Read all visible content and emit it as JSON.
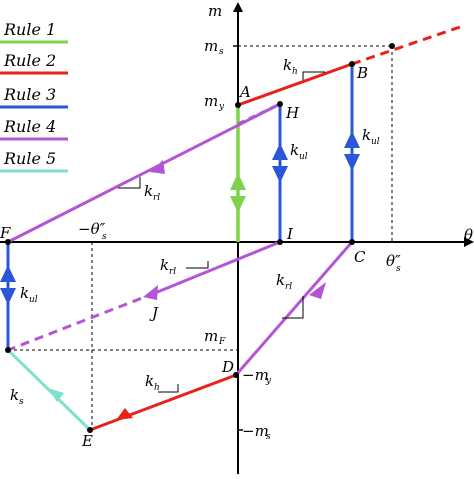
{
  "legend": {
    "items": [
      {
        "label": "Rule 1",
        "color": "#7ed34a"
      },
      {
        "label": "Rule 2",
        "color": "#e8221a"
      },
      {
        "label": "Rule 3",
        "color": "#2a56d8"
      },
      {
        "label": "Rule 4",
        "color": "#b455d6"
      },
      {
        "label": "Rule 5",
        "color": "#7fe0d0"
      }
    ]
  },
  "axes": {
    "y_label": "m",
    "x_label": "θ"
  },
  "ticks": {
    "m_s": "m",
    "m_s_sub": "s",
    "m_y": "m",
    "m_y_sub": "y",
    "m_F": "m",
    "m_F_sub": "F",
    "neg_m_y": "−m",
    "neg_m_y_sub": "y",
    "neg_m_s": "−m",
    "neg_m_s_sub": "s",
    "theta_s": "θ″",
    "theta_s_sub": "s",
    "neg_theta_s": "−θ″",
    "neg_theta_s_sub": "s"
  },
  "points": {
    "A": "A",
    "B": "B",
    "C": "C",
    "D": "D",
    "E": "E",
    "F": "F",
    "H": "H",
    "I": "I",
    "J": "J"
  },
  "stiffness": {
    "k_h_top": "k",
    "k_h_top_sub": "h",
    "k_h_bottom": "k",
    "k_h_bottom_sub": "h",
    "k_rl_upper": "k",
    "k_rl_upper_sub": "rl",
    "k_rl_mid": "k",
    "k_rl_mid_sub": "rl",
    "k_rl_right": "k",
    "k_rl_right_sub": "rl",
    "k_ul_center": "k",
    "k_ul_center_sub": "ul",
    "k_ul_right": "k",
    "k_ul_right_sub": "ul",
    "k_ul_left": "k",
    "k_ul_left_sub": "ul",
    "k_s": "k",
    "k_s_sub": "s"
  },
  "colors": {
    "rule1": "#7ed34a",
    "rule2": "#e8221a",
    "rule3": "#2a56d8",
    "rule4": "#b455d6",
    "rule5": "#7fe0d0",
    "axis": "#000000"
  }
}
